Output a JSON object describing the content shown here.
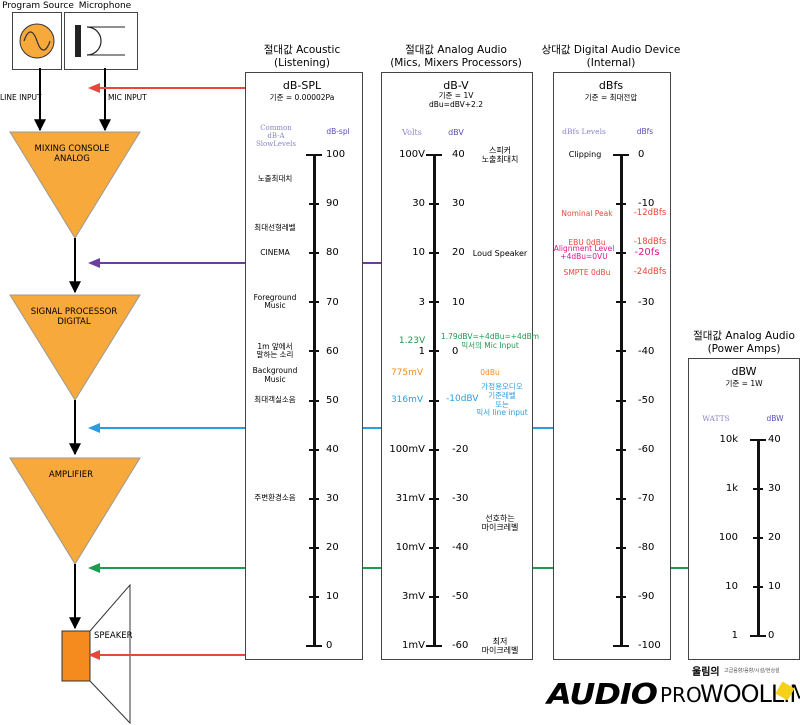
{
  "colors": {
    "triangle_fill": "#f7a93b",
    "speaker_fill": "#f58a1f",
    "arrow_red": "#e8473c",
    "arrow_purple": "#6b3fa0",
    "arrow_blue": "#2a9de0",
    "arrow_green": "#1f9a4f",
    "violet_text": "#8a86c8",
    "red_text": "#e8473c",
    "magenta_text": "#e0168a",
    "green_text": "#1f9a4f",
    "orange_text": "#f08c1e",
    "blue_text": "#2a9de0",
    "scale_color": "#111111"
  },
  "chain": {
    "program_source_label": "Program Source",
    "microphone_label": "Microphone",
    "line_input_label": "LINE INPUT",
    "mic_input_label": "MIC INPUT",
    "mixing_console_label": "MIXING CONSOLE\nANALOG",
    "signal_processor_label": "SIGNAL PROCESSOR\nDIGITAL",
    "amplifier_label": "AMPLIFIER",
    "speaker_label": "SPEAKER",
    "source_icon": "sine-wave-source-icon",
    "mic_icon": "microphone-icon"
  },
  "col1": {
    "header_title": "절대값 Acoustic",
    "header_sub": "(Listening)",
    "unit": "dB-SPL",
    "ref": "기준 = 0.00002Pa",
    "left_col_label": "Common\ndB-A\nSlowLevels",
    "right_col_label": "dB-spl",
    "ticks": [
      "100",
      "90",
      "80",
      "70",
      "60",
      "50",
      "40",
      "30",
      "20",
      "10",
      "0"
    ],
    "notes": [
      {
        "text": "노출최대치",
        "v": 95
      },
      {
        "text": "최대선형레벨",
        "v": 85
      },
      {
        "text": "CINEMA",
        "v": 80
      },
      {
        "text": "Foreground\nMusic",
        "v": 70
      },
      {
        "text": "1m 앞에서\n말하는 소리",
        "v": 60
      },
      {
        "text": "Background\nMusic",
        "v": 55
      },
      {
        "text": "최대객실소음",
        "v": 50
      },
      {
        "text": "주변환경소음",
        "v": 30
      }
    ]
  },
  "col2": {
    "header_title": "절대값 Analog Audio",
    "header_sub": "(Mics, Mixers Processors)",
    "unit": "dB-V",
    "ref": "기준 = 1V\ndBu=dBV+2.2",
    "left_col_label": "Volts",
    "right_col_label": "dBV",
    "volts": [
      "100V",
      "30",
      "10",
      "3",
      "1",
      "",
      "",
      "100mV",
      "31mV",
      "10mV",
      "3mV",
      "1mV"
    ],
    "dbv": [
      "40",
      "30",
      "20",
      "10",
      "0",
      "",
      "",
      "-20",
      "-30",
      "-40",
      "-50",
      "-60"
    ],
    "notes": [
      {
        "text": "스피커\n노출최대치",
        "v": 40
      },
      {
        "text": "Loud Speaker",
        "v": 20
      },
      {
        "text": "선호하는\n마이크레벨",
        "v": -35
      },
      {
        "text": "최저\n마이크레벨",
        "v": -60
      }
    ],
    "green_left": "1.23V",
    "green_right": "1.79dBV=+4dBu=+4dBm\n믹서의 Mic Input",
    "orange_left": "775mV",
    "orange_right": "0dBu",
    "blue_left": "316mV",
    "blue_mid": "-10dBV",
    "blue_right": "가정용오디오\n기준레벨\n또는\n믹서 line input"
  },
  "col3": {
    "header_title": "상대값 Digital Audio Device",
    "header_sub": "(Internal)",
    "unit": "dBfs",
    "ref": "기준 = 최대전압",
    "left_col_label": "dBfs Levels",
    "right_col_label": "dBfs",
    "clipping_label": "Clipping",
    "ticks": [
      "0",
      "-10",
      "-20",
      "-30",
      "-40",
      "-50",
      "-60",
      "-70",
      "-80",
      "-90",
      "-100"
    ],
    "red_notes": [
      {
        "text": "Nominal Peak",
        "value": "-12dBfs",
        "v": -12
      },
      {
        "text": "EBU 0dBu",
        "value": "-18dBfs",
        "v": -18
      },
      {
        "text": "SMPTE 0dBu",
        "value": "-24dBfs",
        "v": -24
      }
    ],
    "magenta_note": {
      "text": "Alignment Level\n+4dBu=0VU",
      "value": "-20fs",
      "v": -20
    }
  },
  "col4": {
    "header_title": "절대값 Analog Audio",
    "header_sub": "(Power Amps)",
    "unit": "dBW",
    "ref": "기준 = 1W",
    "left_col_label": "WATTS",
    "right_col_label": "dBW",
    "watts": [
      "10k",
      "1k",
      "100",
      "10",
      "1"
    ],
    "dbw": [
      "40",
      "30",
      "20",
      "10",
      "0"
    ]
  },
  "logo": {
    "korean": "울림의",
    "tiny": "고급음향/음향/시설/현상설",
    "main_a": "AUDIO",
    "main_b": "PRO",
    "main_c": "WOOLLIM"
  }
}
